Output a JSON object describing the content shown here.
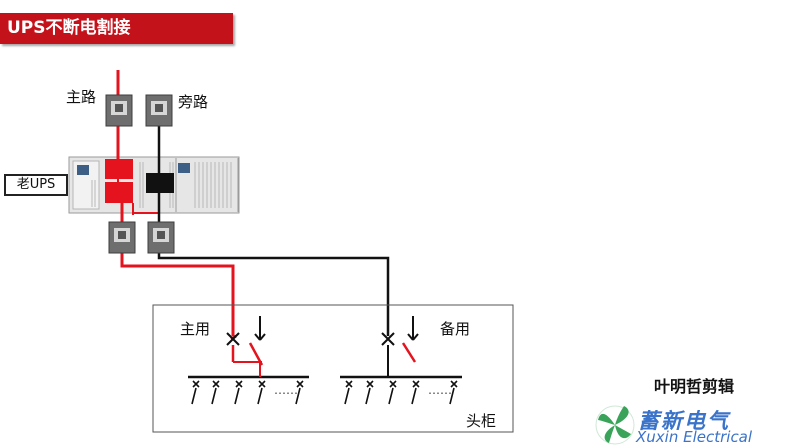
{
  "title": "UPS不断电割接",
  "labels": {
    "main_road": "主路",
    "bypass_road": "旁路",
    "old_ups": "老UPS",
    "main_use": "主用",
    "standby_use": "备用",
    "head_cabinet": "头柜"
  },
  "ellipsis": "……",
  "watermark": {
    "title": "叶明哲剪辑",
    "brand_name": "蓄新电气",
    "brand_en": "Xuxin Electrical"
  },
  "colors": {
    "accent": "#c3121a",
    "live_line": "#e4131d",
    "neutral_line": "#111111",
    "brand_green": "#3aa35a",
    "brand_blue": "#3a73c9"
  }
}
